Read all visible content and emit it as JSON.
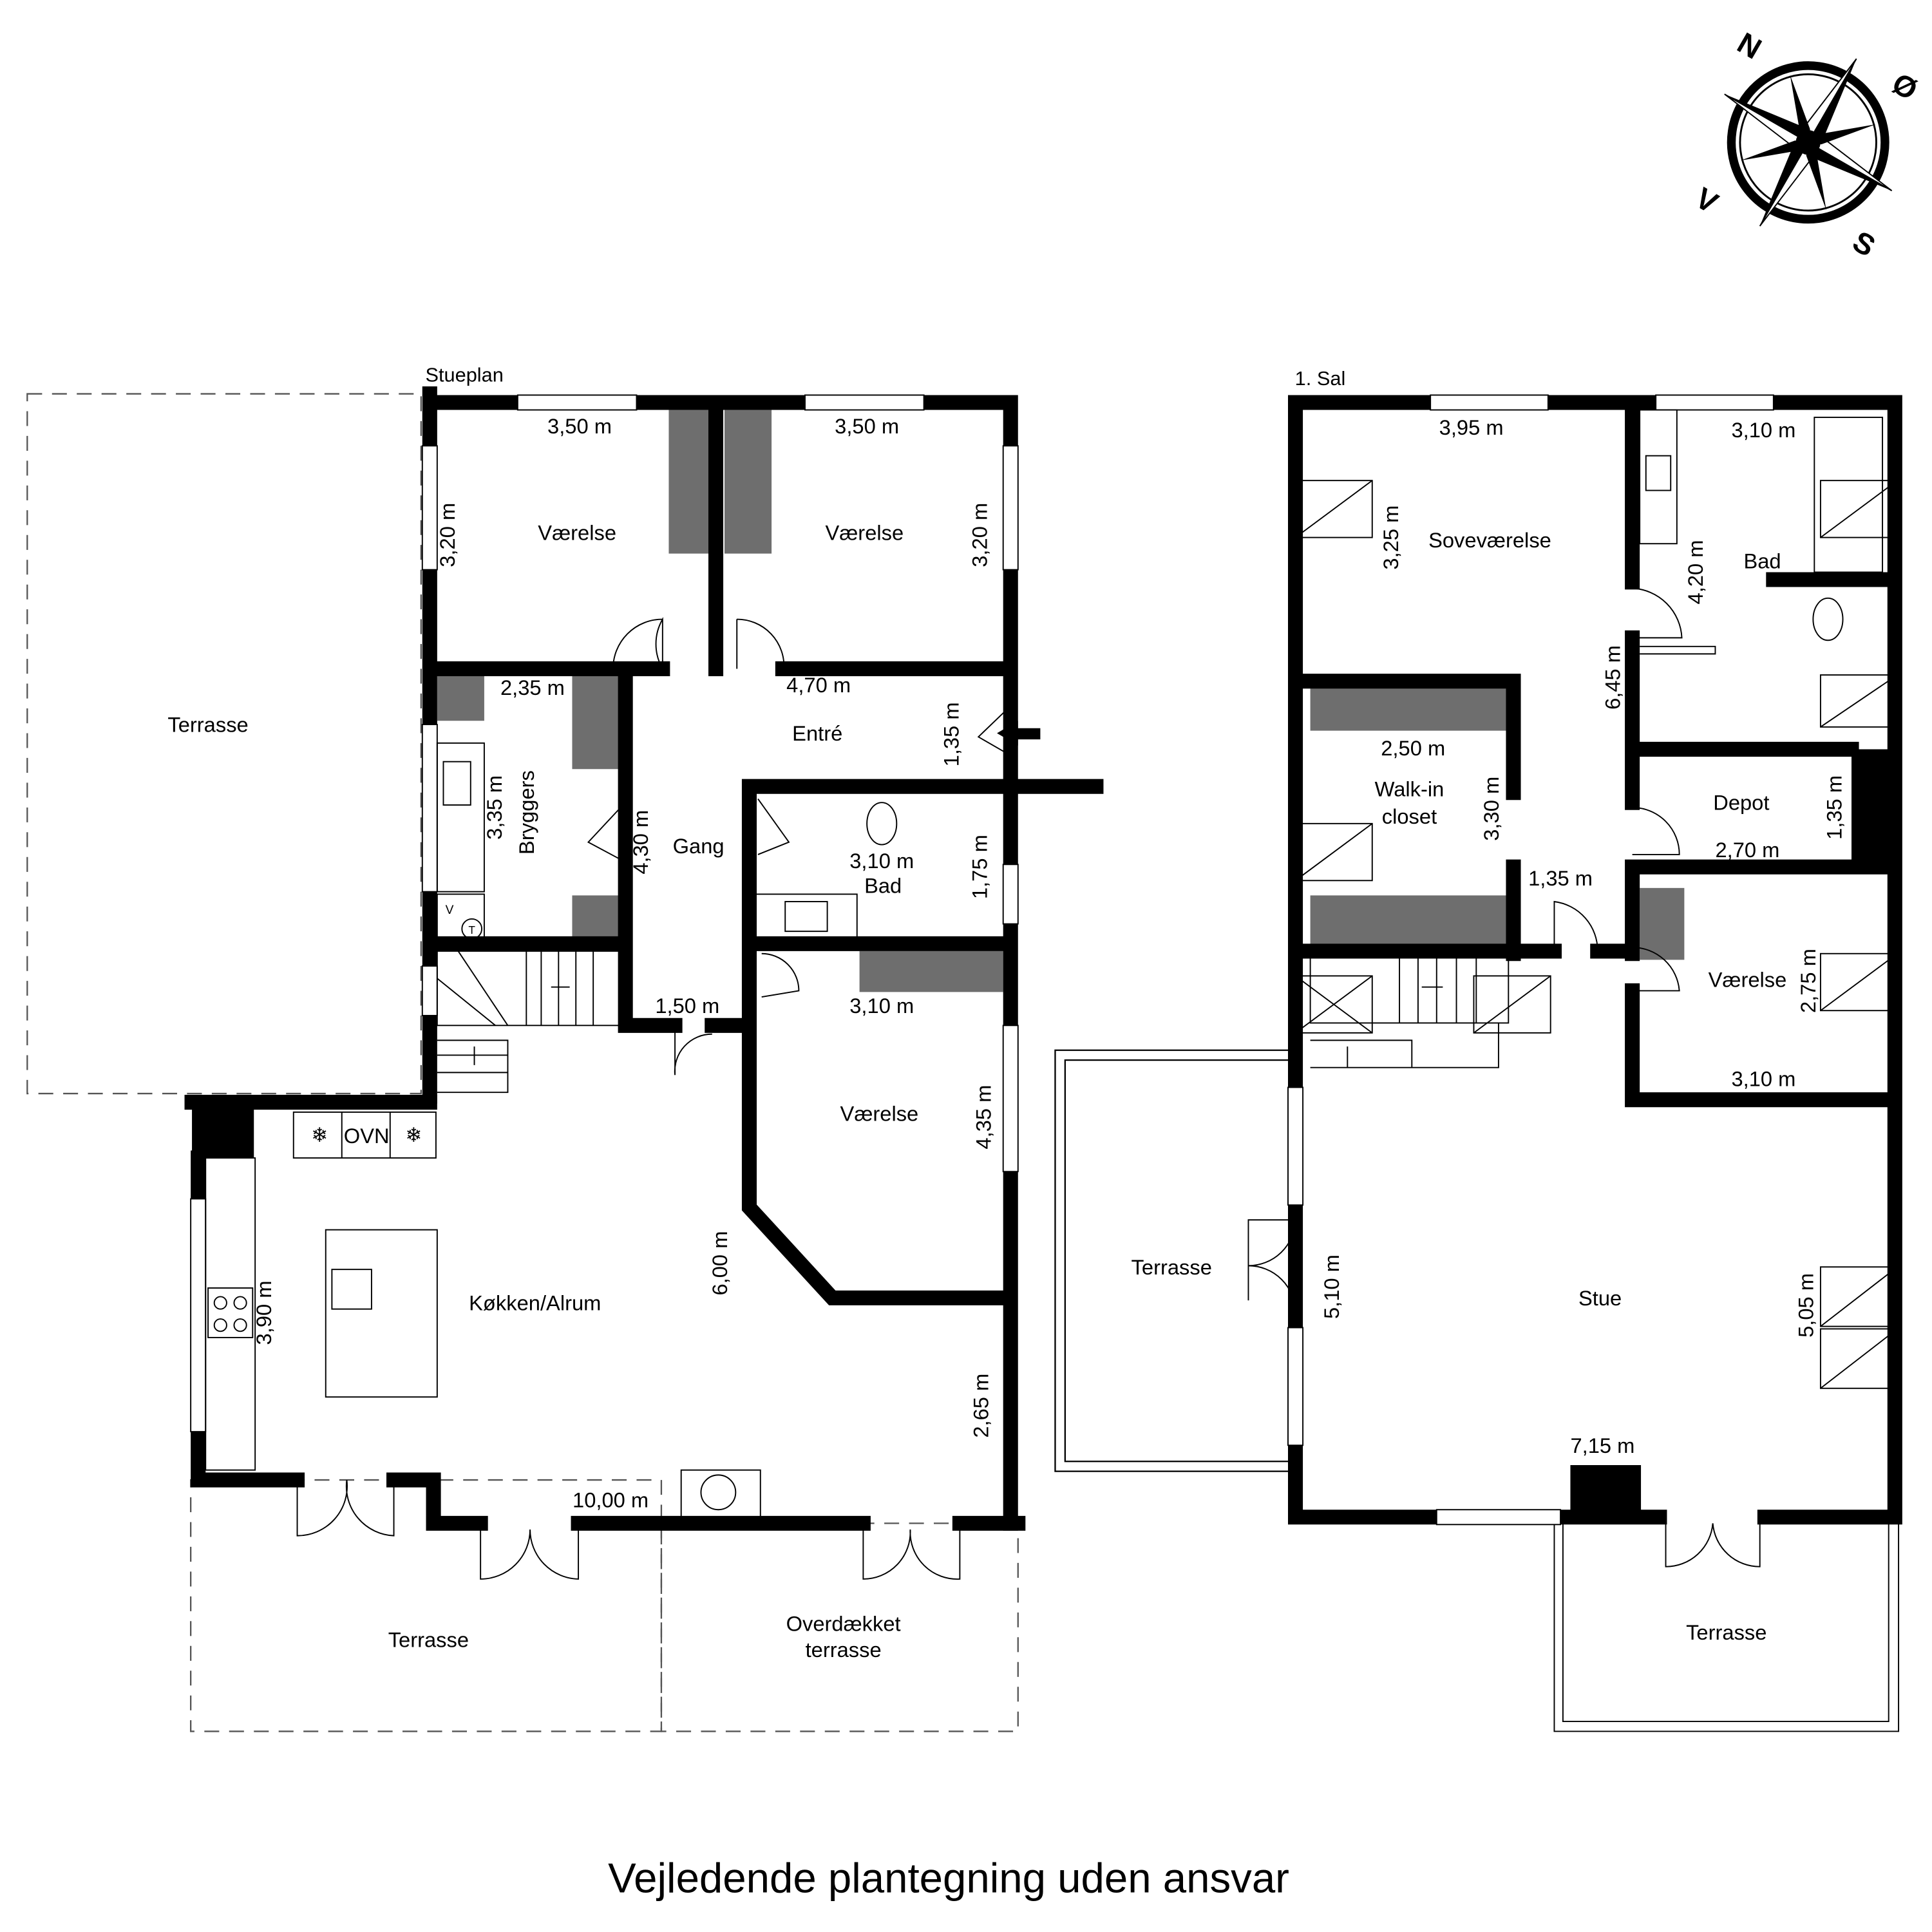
{
  "caption": "Vejledende plantegning uden ansvar",
  "compass": {
    "north": "N",
    "east": "Ø",
    "south": "S",
    "west": "V"
  },
  "ground_floor": {
    "title": "Stueplan",
    "rooms": [
      {
        "name": "Værelse",
        "dims": [
          "3,50 m",
          "3,20 m"
        ]
      },
      {
        "name": "Værelse",
        "dims": [
          "3,50 m",
          "3,20 m"
        ]
      },
      {
        "name": "Entré",
        "dims": [
          "4,70 m",
          "1,35 m"
        ]
      },
      {
        "name": "Bryggers",
        "dims": [
          "2,35 m",
          "3,35 m"
        ]
      },
      {
        "name": "Gang",
        "dims": [
          "4,30 m",
          "1,50 m"
        ]
      },
      {
        "name": "Bad",
        "dims": [
          "3,10 m",
          "1,75 m"
        ]
      },
      {
        "name": "Værelse",
        "dims": [
          "3,10 m",
          "4,35 m"
        ]
      },
      {
        "name": "Køkken/Alrum",
        "dims": [
          "6,00 m",
          "3,90 m",
          "2,65 m",
          "10,00 m"
        ]
      },
      {
        "name": "Terrasse"
      },
      {
        "name": "Terrasse"
      },
      {
        "name": "Overdækket",
        "name2": "terrasse"
      }
    ],
    "appliances": {
      "oven": "OVN",
      "washer": "V",
      "dryer": "T"
    }
  },
  "first_floor": {
    "title": "1. Sal",
    "rooms": [
      {
        "name": "Soveværelse",
        "dims": [
          "3,95 m",
          "3,25 m",
          "6,45 m"
        ]
      },
      {
        "name": "Bad",
        "dims": [
          "3,10 m",
          "4,20 m"
        ]
      },
      {
        "name": "Walk-in",
        "name2": "closet",
        "dims": [
          "2,50 m",
          "3,30 m",
          "1,35 m"
        ]
      },
      {
        "name": "Depot",
        "dims": [
          "2,70 m",
          "1,35 m"
        ]
      },
      {
        "name": "Værelse",
        "dims": [
          "3,10 m",
          "2,75 m"
        ]
      },
      {
        "name": "Stue",
        "dims": [
          "5,10 m",
          "5,05 m",
          "7,15 m"
        ]
      },
      {
        "name": "Terrasse"
      },
      {
        "name": "Terrasse"
      }
    ]
  }
}
